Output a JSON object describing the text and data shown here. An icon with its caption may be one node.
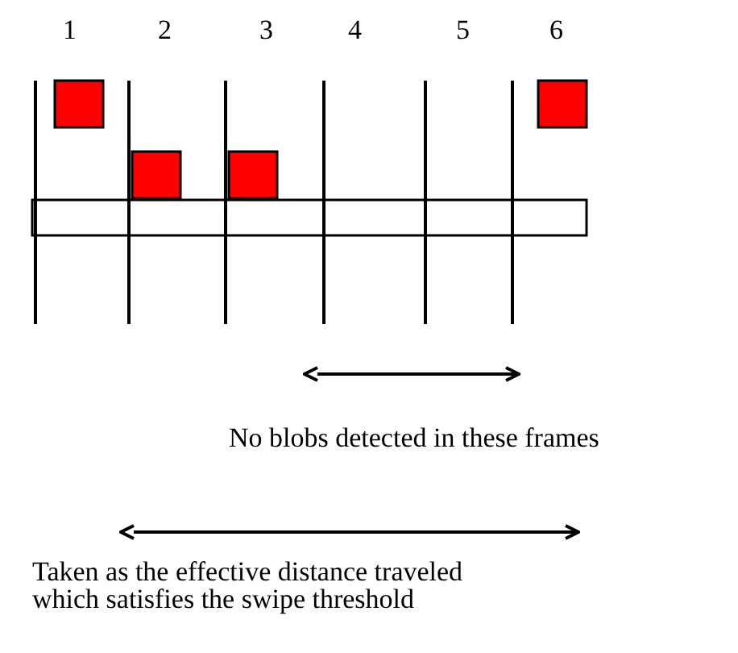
{
  "diagram": {
    "labels": [
      "1",
      "2",
      "3",
      "4",
      "5",
      "6",
      "No blobs detected in these frames",
      "Taken as the effective distance traveled which satisfies the swipe threshold"
    ]
  }
}
